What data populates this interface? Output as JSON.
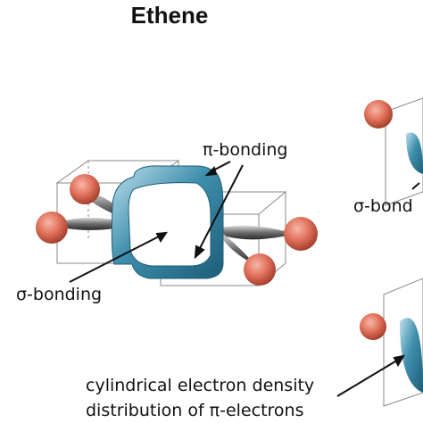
{
  "title": "Ethene",
  "labels": {
    "pi_bonding": "π-bonding",
    "sigma_bonding": "σ-bonding",
    "sigma_bond_right": "σ-bond",
    "caption_line1": "cylindrical electron density",
    "caption_line2": "distribution of π-electrons"
  },
  "colors": {
    "pi_orbital": "#3e8fad",
    "hydrogen": "#e0705a",
    "sigma_lobe": "#555555",
    "box_lines": "#888888"
  }
}
